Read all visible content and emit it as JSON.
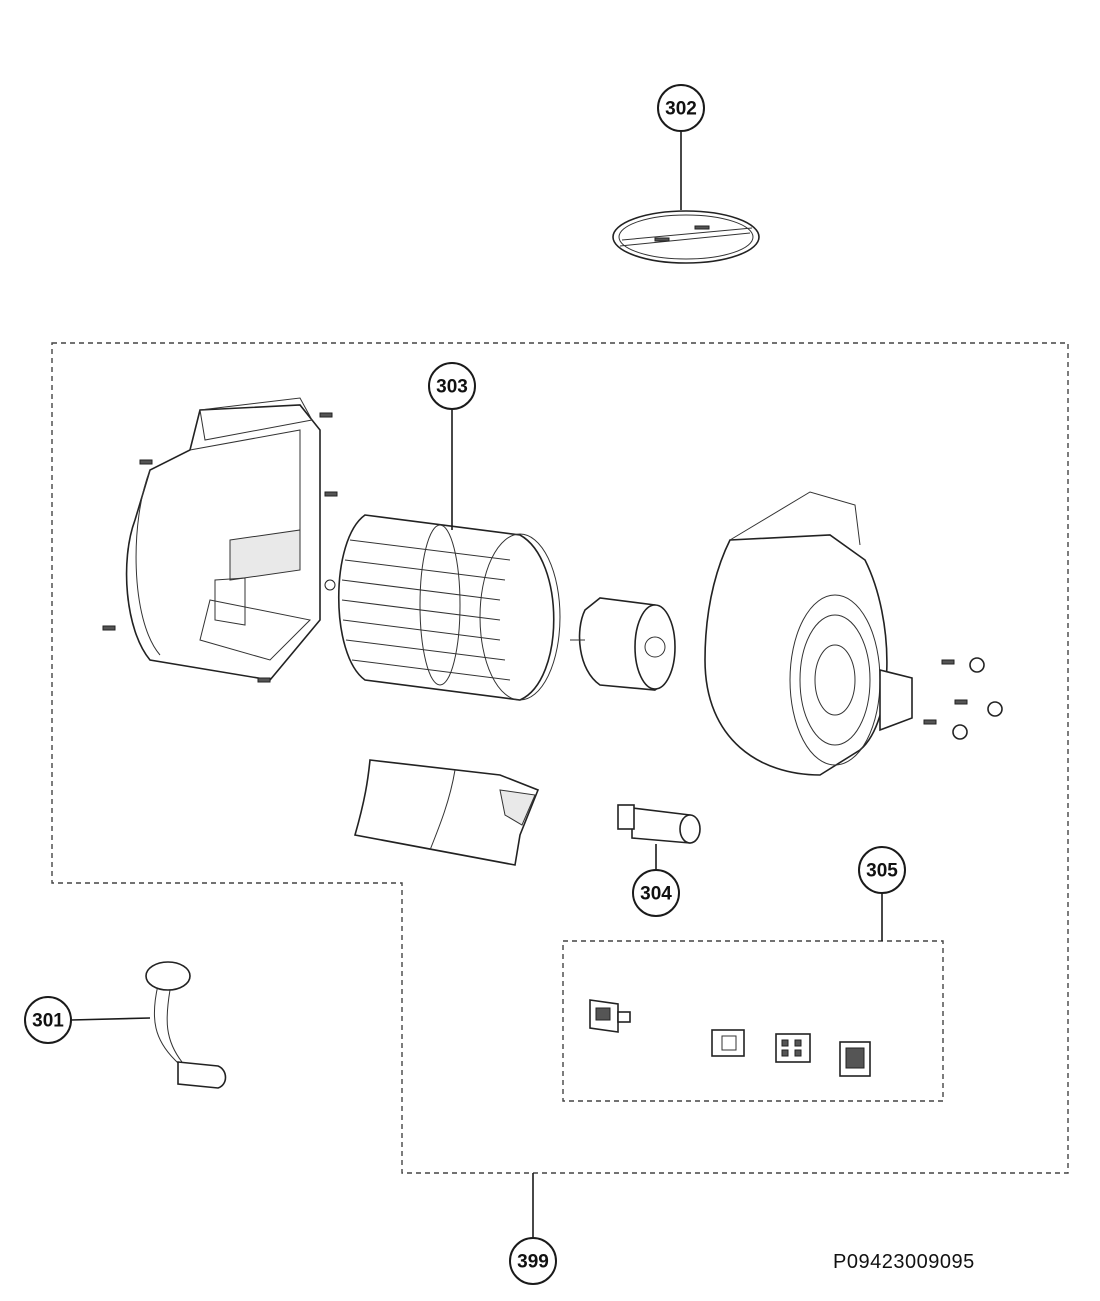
{
  "callouts": {
    "301": "301",
    "302": "302",
    "303": "303",
    "304": "304",
    "305": "305",
    "399": "399"
  },
  "drawing_code": "P09423009095"
}
